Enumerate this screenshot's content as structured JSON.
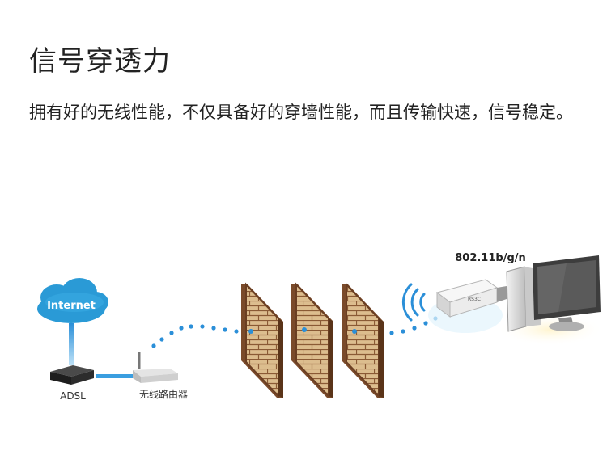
{
  "heading": {
    "title": "信号穿透力"
  },
  "description": {
    "text": "拥有好的无线性能，不仅具备好的穿墙性能，而且传输快速，信号稳定。"
  },
  "diagram": {
    "cloud_label": "Internet",
    "modem_label": "ADSL",
    "router_label": "无线路由器",
    "adapter_standard": "802.11b/g/n",
    "adapter_brand": "RS3C",
    "colors": {
      "cloud": "#2a9ad6",
      "signal": "#2b8fd8",
      "wall_brick": "#d9b98a",
      "wall_frame": "#7a4a2a"
    }
  }
}
